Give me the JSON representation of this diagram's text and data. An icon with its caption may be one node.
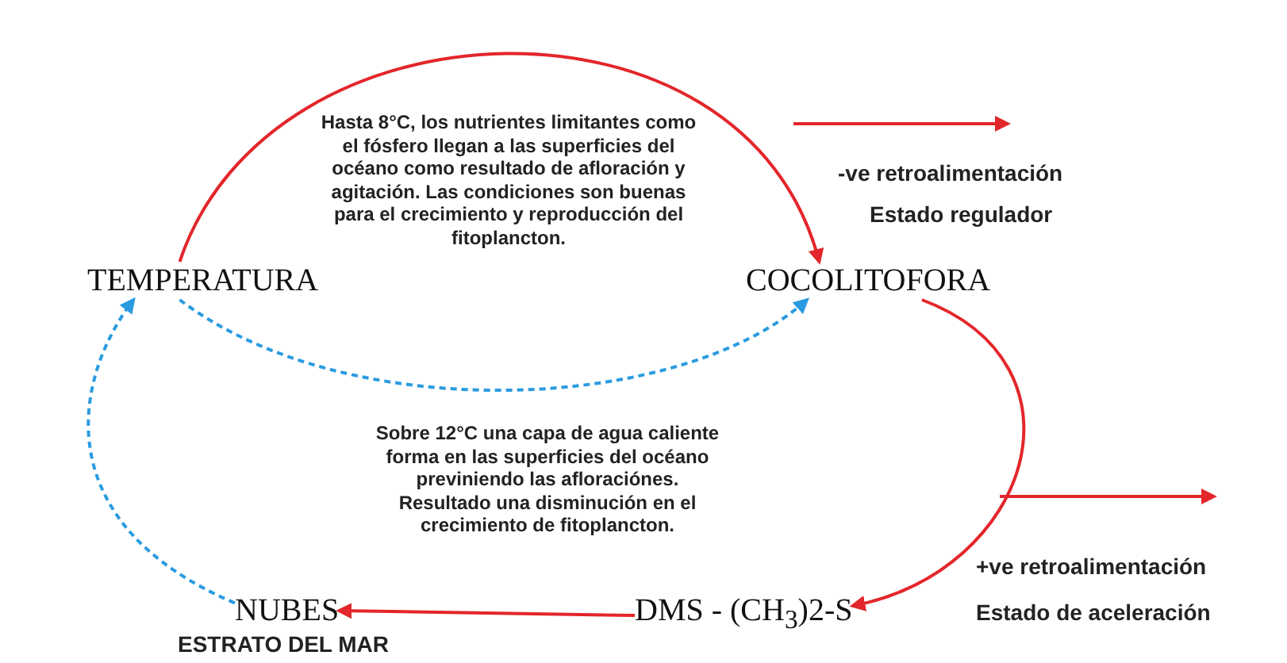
{
  "diagram": {
    "nodes": [
      {
        "text": [
          "TEMPERATURA"
        ]
      },
      {
        "text": [
          "COCOLITOFORA"
        ]
      },
      {
        "text": [
          "DMS - (CH$_{3}$)2-S"
        ]
      },
      {
        "text": [
          "NUBES"
        ],
        "beside": [
          "ESTRATO DEL MAR"
        ]
      }
    ],
    "edges": [
      {
        "from": 0,
        "to": 1,
        "arrow": "to"
      },
      {
        "from": 0,
        "to": 1,
        "arrow": "to",
        "style": "dashed",
        "color": "#2a9be0"
      },
      {
        "from": 1,
        "to": 2,
        "arrow": "to"
      },
      {
        "from": 2,
        "to": 3,
        "arrow": "to"
      },
      {
        "from": 3,
        "to": 0,
        "arrow": "to",
        "style": "dashed",
        "color": "#2a9be0"
      }
    ],
    "labels": [
      "Hasta 8°C, los nutrientes limitantes como el fósfero llegan a las superficies del océano como resultado de afloración y agitación. Las condiciones son buenas para el crecimiento y reproducción del fitoplancton.",
      "Sobre 12°C una capa de agua caliente forma en las superficies del océano previniendo las afloraciónes. Resultado una disminución en el crecimiento de fitoplancton.",
      "-ve retroalimentación",
      "Estado regulador",
      "+ve retroalimentación",
      "Estado de aceleración"
    ]
  }
}
